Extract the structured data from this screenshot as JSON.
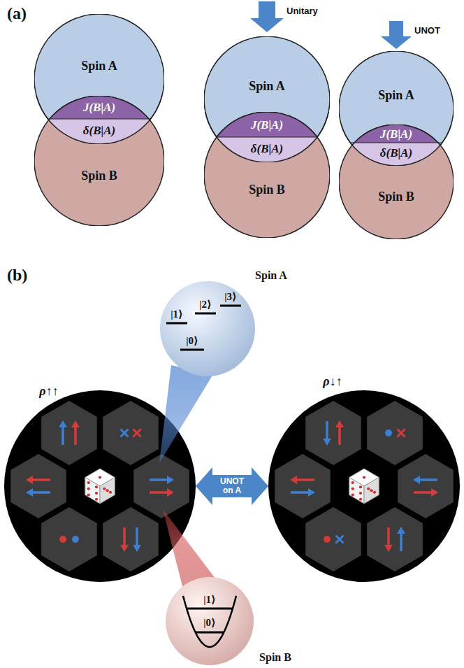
{
  "diagram": {
    "nodes": [
      {
        "text": [
          "Spin A"
        ]
      },
      {
        "text": [
          "J(B|A)"
        ]
      },
      {
        "text": [
          "δ(B|A)"
        ]
      },
      {
        "text": [
          "Spin B"
        ]
      },
      {
        "text": [
          "Spin A"
        ]
      },
      {
        "text": [
          "J(B|A)"
        ]
      },
      {
        "text": [
          "δ(B|A)"
        ]
      },
      {
        "text": [
          "Spin B"
        ]
      },
      {
        "text": [
          "Spin A"
        ]
      },
      {
        "text": [
          "J(B|A)"
        ]
      },
      {
        "text": [
          "δ(B|A)"
        ]
      },
      {
        "text": [
          "Spin B"
        ]
      },
      {
        "text": [
          "ρ↑↑"
        ]
      },
      {
        "text": [
          "|1⟩",
          "|2⟩",
          "|3⟩",
          "|0⟩",
          "Spin A"
        ]
      },
      {
        "text": [
          "ρ↓↑"
        ]
      },
      {
        "text": [
          "|1⟩",
          "|0⟩",
          "Spin B"
        ]
      }
    ],
    "edges": [
      {
        "from": 12,
        "to": 14,
        "label": "UNOT on A",
        "arrow": "both"
      }
    ],
    "labels": [
      "(a)",
      "Unitary",
      "UNOT",
      "(b)"
    ]
  }
}
